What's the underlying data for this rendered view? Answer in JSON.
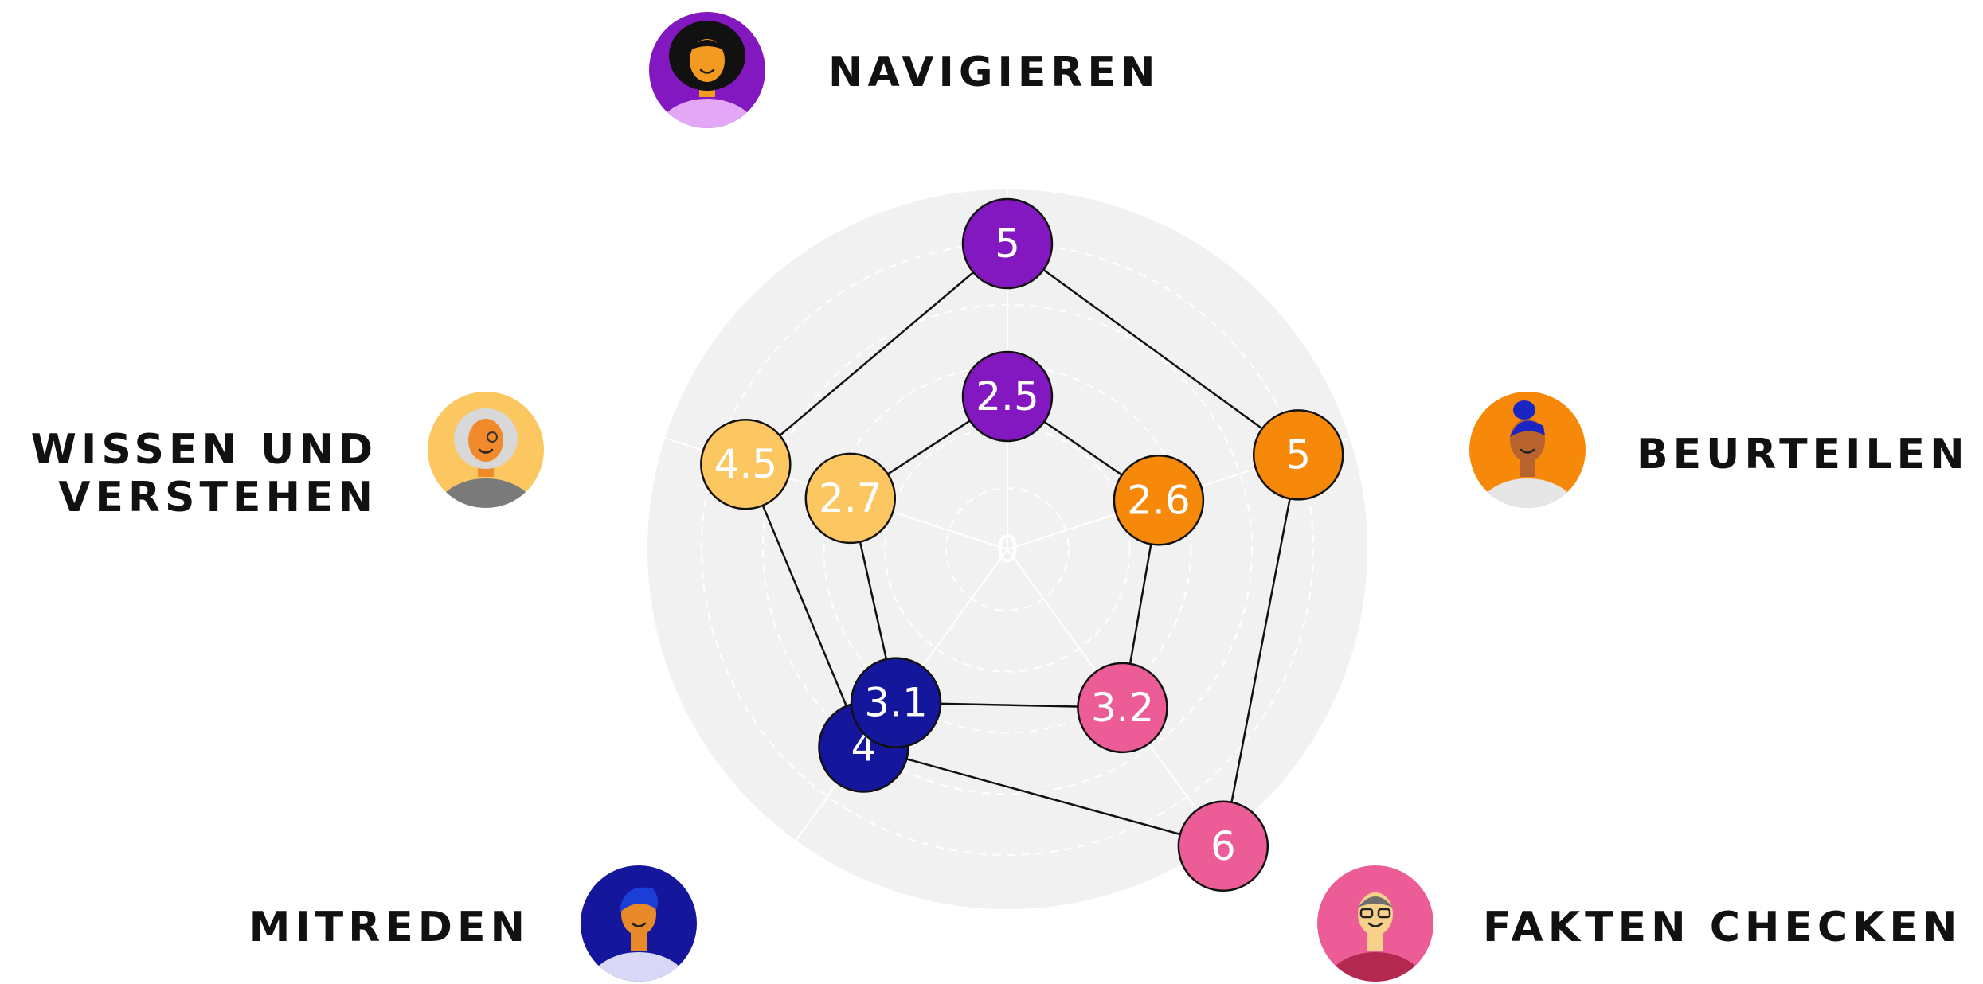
{
  "chart_data": {
    "type": "radar",
    "categories": [
      "NAVIGIEREN",
      "BEURTEILEN",
      "FAKTEN CHECKEN",
      "MITREDEN",
      "WISSEN UND VERSTEHEN"
    ],
    "center_tick": "0",
    "rlim": [
      0,
      6
    ],
    "grid": true,
    "series": [
      {
        "values": [
          5,
          5,
          6,
          4,
          4.5
        ]
      },
      {
        "values": [
          2.5,
          2.6,
          3.2,
          3.1,
          2.7
        ]
      }
    ],
    "colors": {
      "NAVIGIEREN": "#8317C0",
      "BEURTEILEN": "#F6890A",
      "FAKTEN CHECKEN": "#EC5C96",
      "MITREDEN": "#14169B",
      "WISSEN UND VERSTEHEN": "#FCC661"
    },
    "avatars": [
      {
        "category": "NAVIGIEREN",
        "icon": "woman-curly-hair-avatar-icon"
      },
      {
        "category": "BEURTEILEN",
        "icon": "woman-blue-bun-avatar-icon"
      },
      {
        "category": "FAKTEN CHECKEN",
        "icon": "man-glasses-avatar-icon"
      },
      {
        "category": "MITREDEN",
        "icon": "man-blue-hair-avatar-icon"
      },
      {
        "category": "WISSEN UND VERSTEHEN",
        "icon": "elderly-person-avatar-icon"
      }
    ]
  }
}
